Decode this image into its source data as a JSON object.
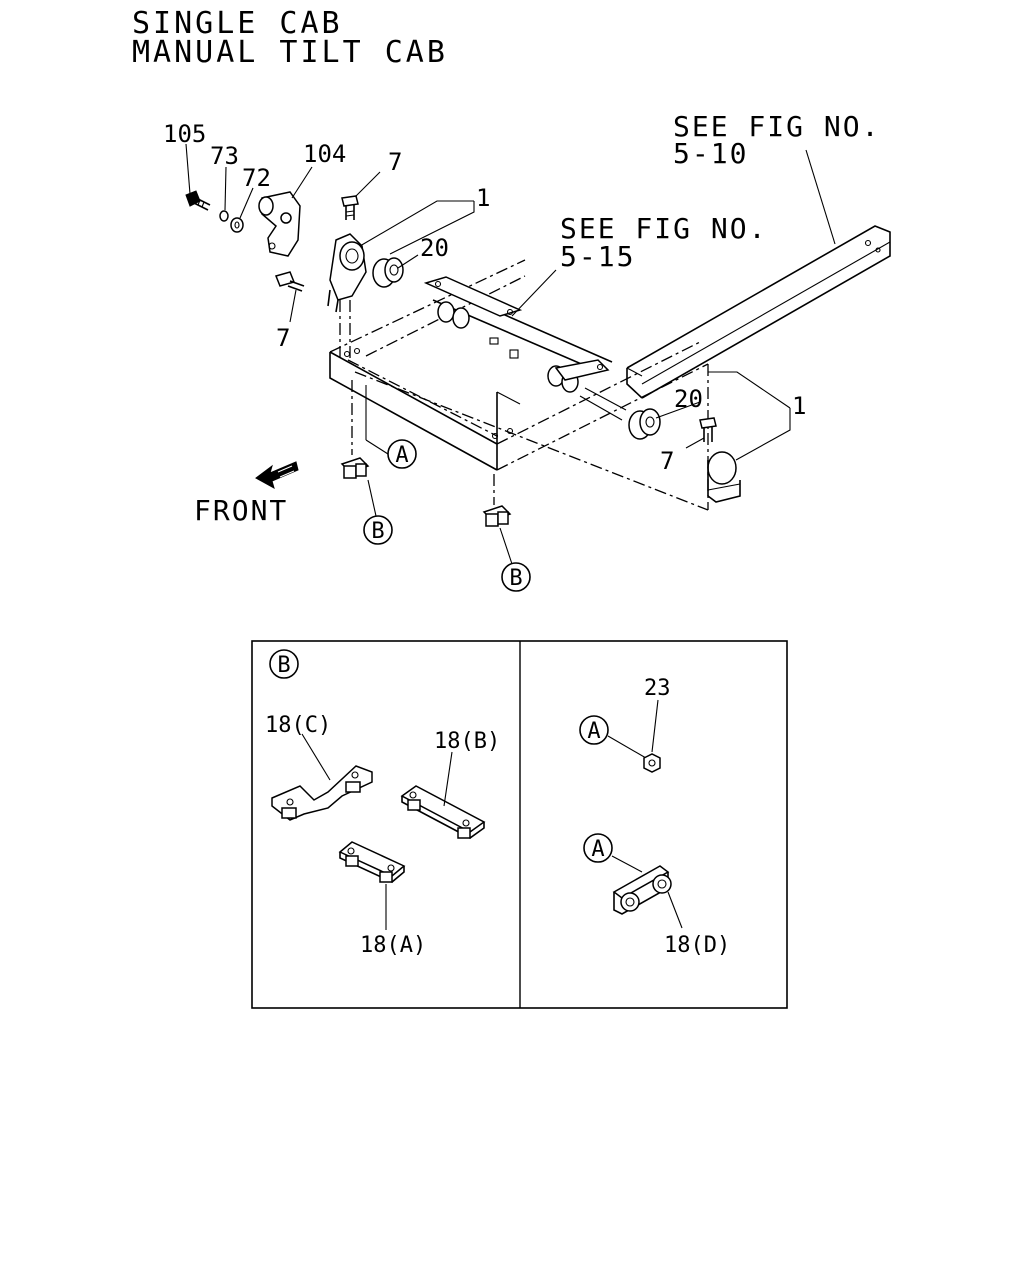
{
  "title": {
    "line1": "SINGLE CAB",
    "line2": "MANUAL TILT CAB"
  },
  "references": {
    "fig_5_10_line1": "SEE FIG NO.",
    "fig_5_10_line2": "5-10",
    "fig_5_15_line1": "SEE FIG NO.",
    "fig_5_15_line2": "5-15"
  },
  "direction_label": "FRONT",
  "direction_icon": "arrow-front-icon",
  "callouts": {
    "c105": "105",
    "c73": "73",
    "c72": "72",
    "c104": "104",
    "c7_top": "7",
    "c7_left": "7",
    "c7_right": "7",
    "c1_top": "1",
    "c1_right": "1",
    "c20_top": "20",
    "c20_right": "20"
  },
  "markers": {
    "A_main": "A",
    "B_left": "B",
    "B_center": "B"
  },
  "detail_panel": {
    "left": {
      "marker": "B",
      "parts": {
        "p18c": "18(C)",
        "p18b": "18(B)",
        "p18a": "18(A)"
      }
    },
    "right": {
      "marker_top": "A",
      "marker_bottom": "A",
      "parts": {
        "p23": "23",
        "p18d": "18(D)"
      }
    }
  }
}
